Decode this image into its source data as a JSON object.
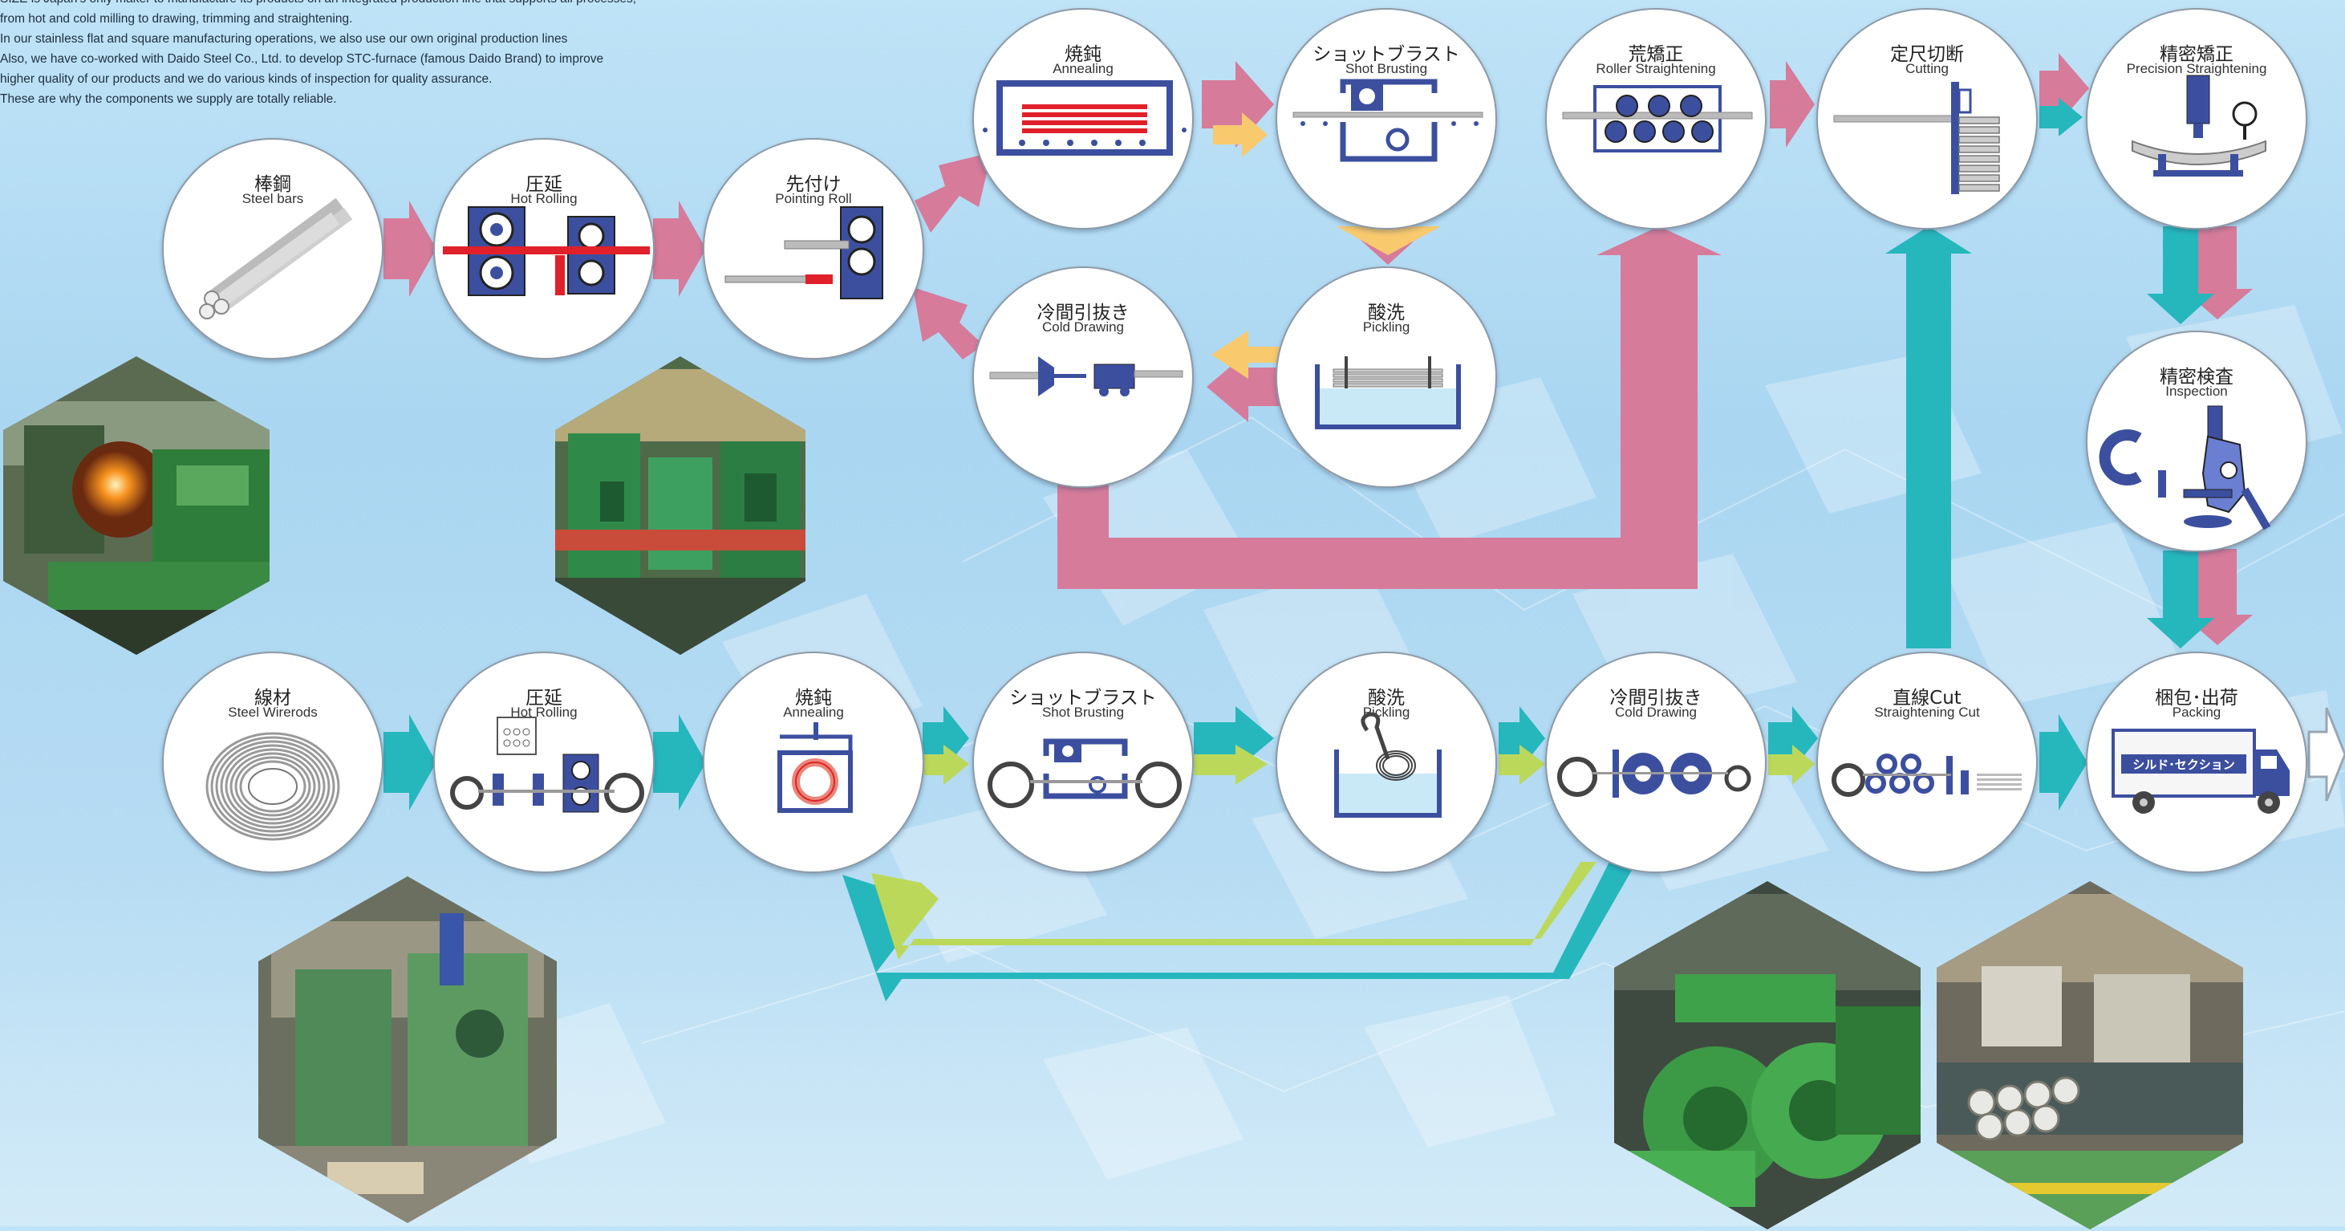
{
  "intro": {
    "lines": [
      "SIZE is Japan's only maker to manufacture its products on an integrated production line that supports all processes,",
      "from hot and cold milling to drawing, trimming and straightening.",
      "In our stainless flat and square manufacturing operations, we also use our own original production lines",
      "Also, we have co-worked with Daido Steel Co., Ltd. to develop STC-furnace (famous Daido Brand) to improve",
      "higher quality of our products and we do various kinds of inspection for quality assurance.",
      "These are why the components we supply are totally reliable."
    ]
  },
  "colors": {
    "pink": "#d67b9a",
    "teal": "#26b7bd",
    "yellow": "#f8c96d",
    "lime": "#bcd85a",
    "machine_blue": "#3c4f9f",
    "accent_red": "#e0202a"
  },
  "bar_route": {
    "nodes": [
      {
        "id": "steel-bars",
        "jp": "棒鋼",
        "en": "Steel bars",
        "icon": "steel-bars-icon"
      },
      {
        "id": "bar-hot-rolling",
        "jp": "圧延",
        "en": "Hot Rolling",
        "icon": "hot-rolling-mill-icon"
      },
      {
        "id": "pointing-roll",
        "jp": "先付け",
        "en": "Pointing Roll",
        "icon": "pointing-roll-icon"
      },
      {
        "id": "bar-annealing",
        "jp": "焼鈍",
        "en": "Annealing",
        "icon": "annealing-furnace-icon"
      },
      {
        "id": "bar-shot-brusting",
        "jp": "ショットブラスト",
        "en": "Shot Brusting",
        "icon": "shot-blast-icon"
      },
      {
        "id": "roller-straightening",
        "jp": "荒矯正",
        "en": "Roller Straightening",
        "icon": "roller-straightener-icon"
      },
      {
        "id": "cutting",
        "jp": "定尺切断",
        "en": "Cutting",
        "icon": "cutting-saw-icon"
      },
      {
        "id": "precision-straightening",
        "jp": "精密矯正",
        "en": "Precision Straightening",
        "icon": "precision-press-icon"
      },
      {
        "id": "bar-cold-drawing",
        "jp": "冷間引抜き",
        "en": "Cold Drawing",
        "icon": "draw-bench-icon"
      },
      {
        "id": "bar-pickling",
        "jp": "酸洗",
        "en": "Pickling",
        "icon": "pickling-tank-icon"
      },
      {
        "id": "inspection",
        "jp": "精密検査",
        "en": "Inspection",
        "icon": "microscope-icon"
      }
    ]
  },
  "wire_route": {
    "nodes": [
      {
        "id": "steel-wirerods",
        "jp": "線材",
        "en": "Steel Wirerods",
        "icon": "wire-coil-icon"
      },
      {
        "id": "wire-hot-rolling",
        "jp": "圧延",
        "en": "Hot Rolling",
        "icon": "wire-rolling-mill-icon"
      },
      {
        "id": "wire-annealing",
        "jp": "焼鈍",
        "en": "Annealing",
        "icon": "coil-furnace-icon"
      },
      {
        "id": "wire-shot-brusting",
        "jp": "ショットブラスト",
        "en": "Shot Brusting",
        "icon": "coil-shot-blast-icon"
      },
      {
        "id": "wire-pickling",
        "jp": "酸洗",
        "en": "Pickling",
        "icon": "coil-pickling-icon"
      },
      {
        "id": "wire-cold-drawing",
        "jp": "冷間引抜き",
        "en": "Cold Drawing",
        "icon": "wire-drawing-icon"
      },
      {
        "id": "straightening-cut",
        "jp": "直線Cut",
        "en": "Straightening Cut",
        "icon": "straightening-cut-icon"
      },
      {
        "id": "packing",
        "jp": "梱包･出荷",
        "en": "Packing",
        "icon": "delivery-truck-icon"
      }
    ]
  },
  "truck_text": "シルド･セクション",
  "photos": [
    {
      "name": "furnace-photo",
      "caption": ""
    },
    {
      "name": "rolling-line-photo",
      "caption": ""
    },
    {
      "name": "drawing-mill-photo",
      "caption": ""
    },
    {
      "name": "green-straightener-photo",
      "caption": ""
    },
    {
      "name": "coil-line-photo",
      "caption": ""
    }
  ]
}
